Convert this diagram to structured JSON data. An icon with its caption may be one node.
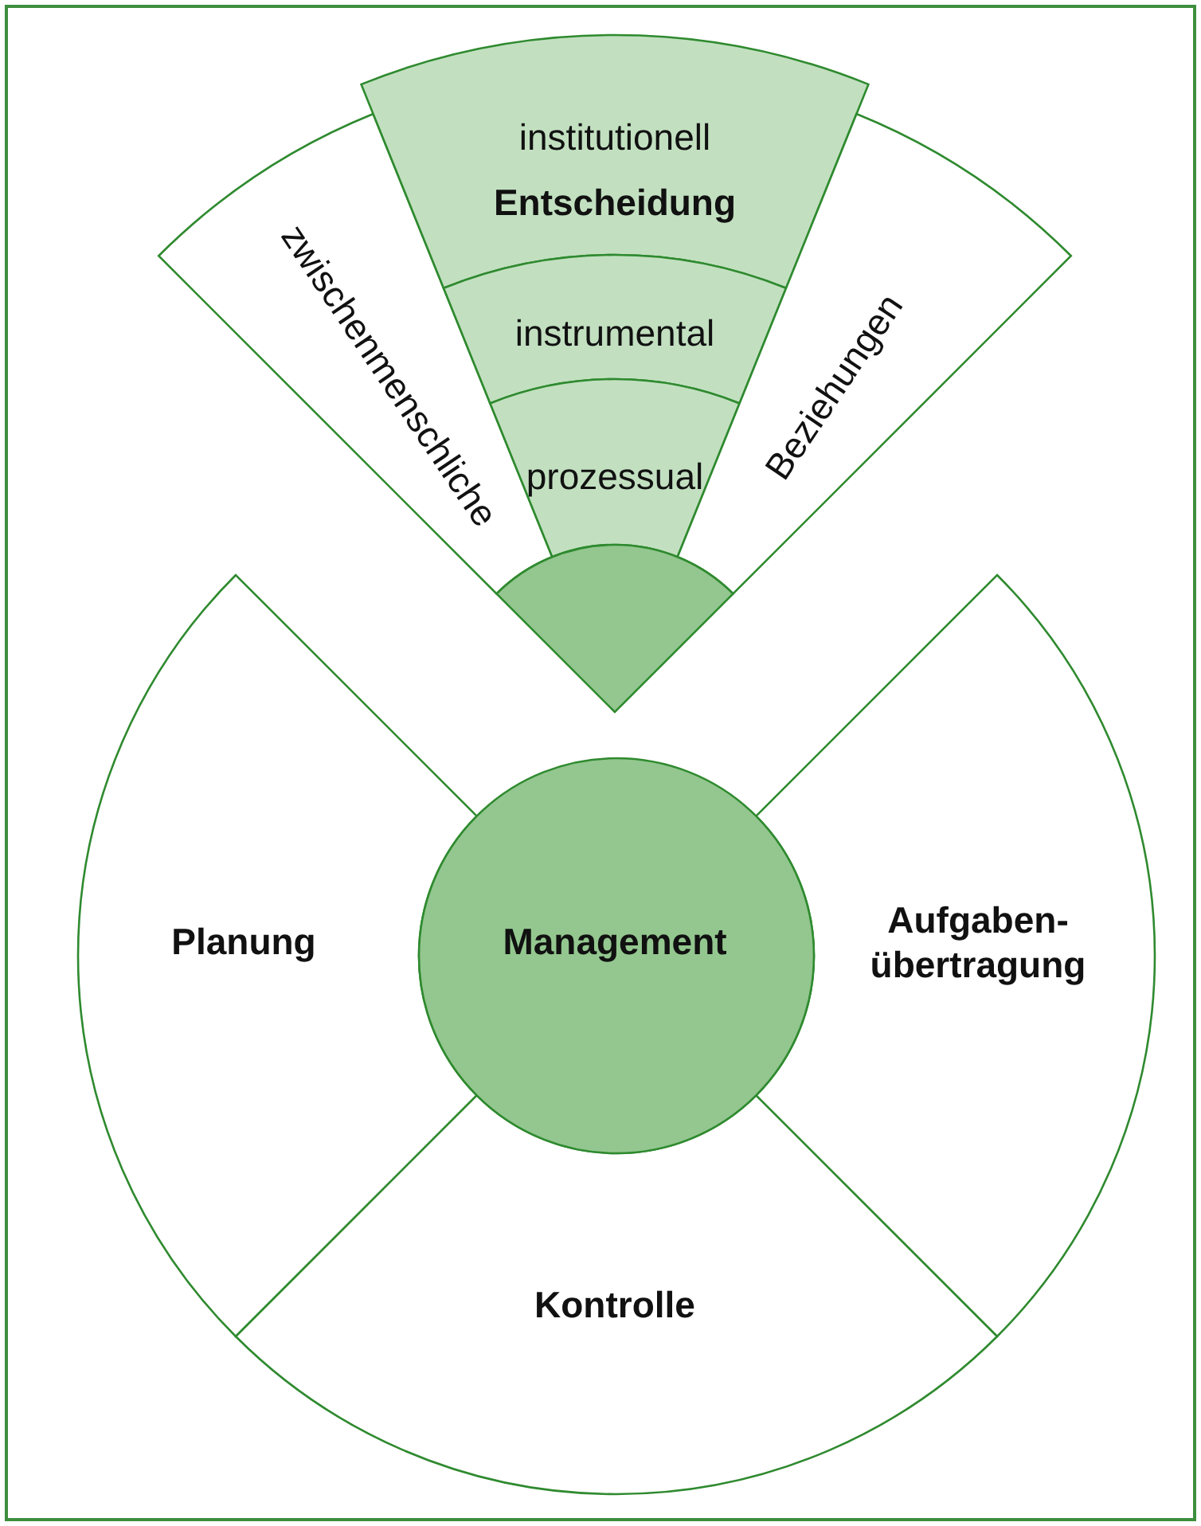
{
  "diagram": {
    "nodes": [
      {
        "text": [
          "zwischenmenschliche"
        ]
      },
      {
        "text": [
          "institutionell",
          "Entscheidung"
        ]
      },
      {
        "text": [
          "instrumental"
        ]
      },
      {
        "text": [
          "prozessual"
        ]
      },
      {
        "text": [
          "Beziehungen"
        ]
      },
      {
        "text": [],
        "shape": "wedge"
      },
      {
        "text": [
          "Planung"
        ]
      },
      {
        "text": [
          "Management"
        ]
      },
      {
        "text": [
          "Aufgaben- übertragung"
        ]
      },
      {
        "text": [
          "Kontrolle"
        ]
      }
    ]
  }
}
